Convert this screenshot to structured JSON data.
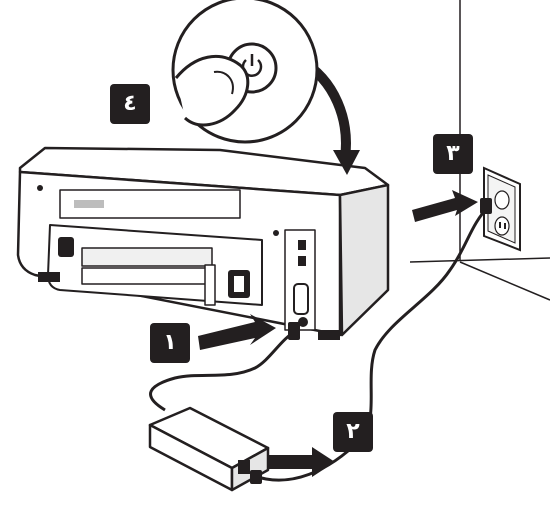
{
  "colors": {
    "ink": "#231f20",
    "paper": "#ffffff",
    "shade": "#e6e6e6",
    "mid": "#bdbdbd"
  },
  "steps": [
    {
      "label": "١",
      "target": "printer-power-port"
    },
    {
      "label": "٢",
      "target": "power-adapter-socket"
    },
    {
      "label": "٣",
      "target": "wall-outlet"
    },
    {
      "label": "٤",
      "target": "power-button"
    }
  ],
  "icons": [
    "power-icon",
    "arrow-right-icon",
    "curved-arrow-icon",
    "hand-icon"
  ]
}
